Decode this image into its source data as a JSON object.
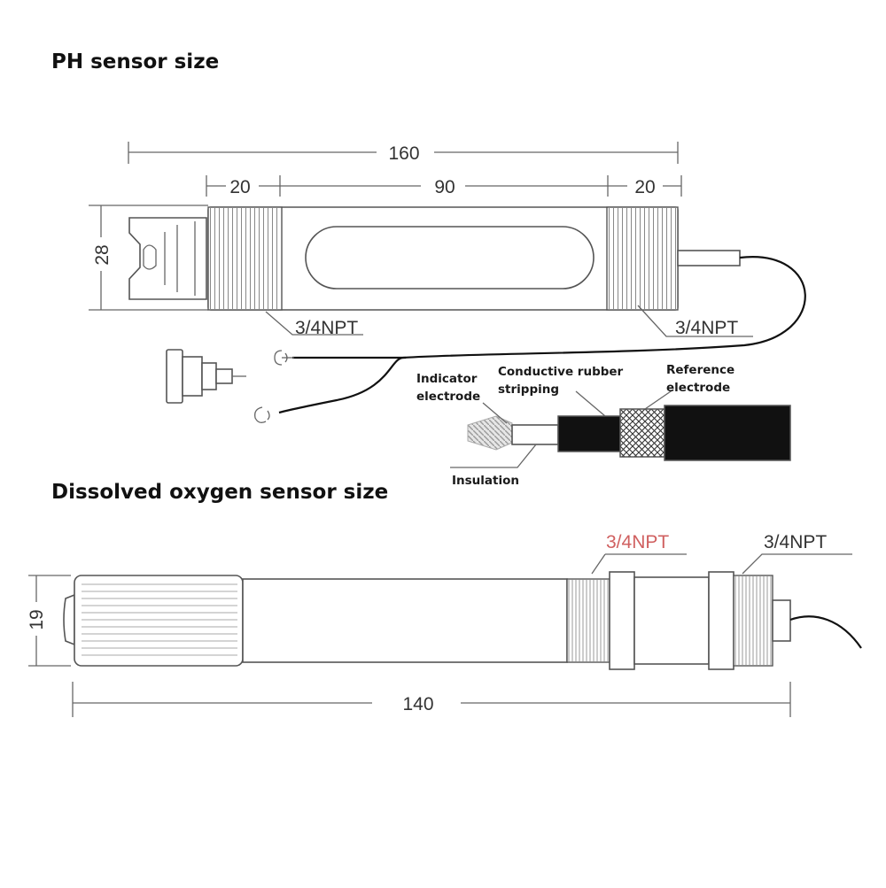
{
  "titles": {
    "ph": "PH sensor size",
    "do": "Dissolved oxygen sensor size"
  },
  "ph_sensor": {
    "dim_total": "160",
    "dim_left": "20",
    "dim_middle": "90",
    "dim_right": "20",
    "dim_diameter": "28",
    "thread_left": "3/4NPT",
    "thread_right": "3/4NPT"
  },
  "cable_section": {
    "indicator_line1": "Indicator",
    "indicator_line2": "electrode",
    "rubber_line1": "Conductive rubber",
    "rubber_line2": "stripping",
    "reference_line1": "Reference",
    "reference_line2": "electrode",
    "insulation": "Insulation"
  },
  "do_sensor": {
    "thread_left": "3/4NPT",
    "thread_right": "3/4NPT",
    "dim_diameter": "19",
    "dim_total": "140"
  },
  "colors": {
    "ink": "#111111",
    "line": "#666666",
    "watermark_red": "#d06060"
  }
}
